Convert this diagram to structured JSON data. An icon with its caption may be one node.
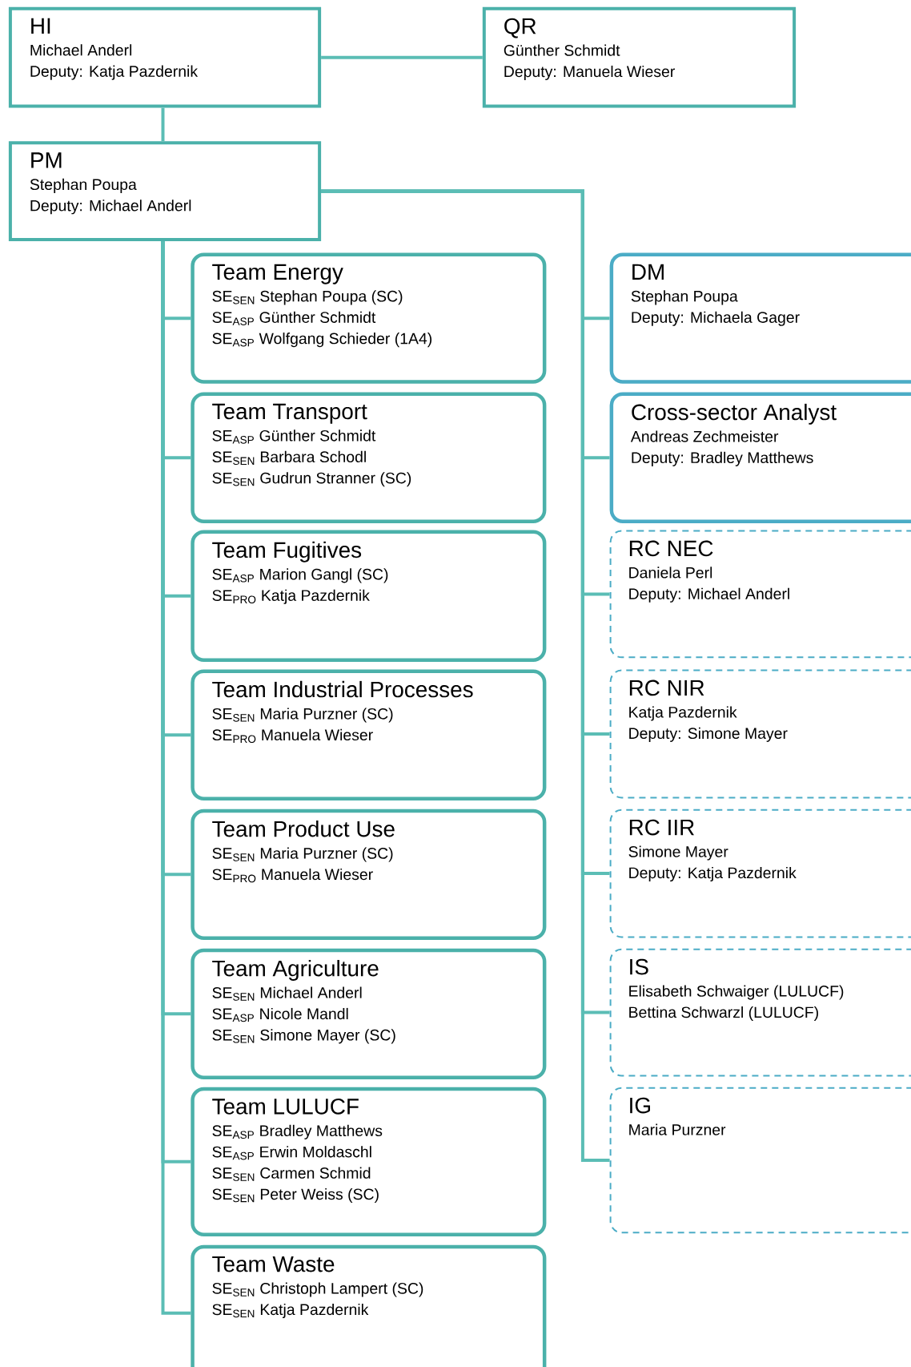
{
  "diagram": {
    "nodes": [
      {
        "text": [
          "HI",
          "Michael Anderl",
          "Deputy: Katja Pazdernik"
        ]
      },
      {
        "text": [
          "QR",
          "Günther Schmidt",
          "Deputy: Manuela Wieser"
        ]
      },
      {
        "text": [
          "PM",
          "Stephan Poupa",
          "Deputy: Michael Anderl"
        ]
      },
      {
        "text": [
          "Team Energy",
          "SE$_{SEN}$ Stephan Poupa (SC)",
          "SE$_{ASP}$ Günther Schmidt",
          "SE$_{ASP}$ Wolfgang Schieder (1A4)"
        ]
      },
      {
        "text": [
          "Team Transport",
          "SE$_{ASP}$ Günther Schmidt",
          "SE$_{SEN}$ Barbara Schodl",
          "SE$_{SEN}$ Gudrun Stranner (SC)"
        ]
      },
      {
        "text": [
          "Team Fugitives",
          "SE$_{ASP}$ Marion Gangl (SC)",
          "SE$_{PRO}$ Katja Pazdernik"
        ]
      },
      {
        "text": [
          "Team Industrial Processes",
          "SE$_{SEN}$ Maria Purzner (SC)",
          "SE$_{PRO}$ Manuela Wieser"
        ]
      },
      {
        "text": [
          "Team Product Use",
          "SE$_{SEN}$ Maria Purzner (SC)",
          "SE$_{PRO}$ Manuela Wieser"
        ]
      },
      {
        "text": [
          "Team Agriculture",
          "SE$_{SEN}$ Michael Anderl",
          "SE$_{ASP}$ Nicole Mandl",
          "SE$_{SEN}$ Simone Mayer (SC)"
        ]
      },
      {
        "text": [
          "Team LULUCF",
          "SE$_{ASP}$ Bradley Matthews",
          "SE$_{ASP}$ Erwin Moldaschl",
          "SE$_{SEN}$ Carmen Schmid",
          "SE$_{SEN}$ Peter Weiss (SC)"
        ]
      },
      {
        "text": [
          "Team Waste",
          "SE$_{SEN}$ Christoph Lampert (SC)",
          "SE$_{SEN}$ Katja Pazdernik"
        ]
      },
      {
        "text": [
          "DM",
          "Stephan Poupa",
          "Deputy: Michaela Gager"
        ]
      },
      {
        "text": [
          "Cross-sector Analyst",
          "Andreas Zechmeister",
          "Deputy: Bradley Matthews"
        ]
      },
      {
        "text": [
          "RC NEC",
          "Daniela Perl",
          "Deputy: Michael Anderl"
        ]
      },
      {
        "text": [
          "RC NIR",
          "Katja Pazdernik",
          "Deputy: Simone Mayer"
        ]
      },
      {
        "text": [
          "RC IIR",
          "Simone Mayer",
          "Deputy: Katja Pazdernik"
        ]
      },
      {
        "text": [
          "IS",
          "Elisabeth Schwaiger (LULUCF)",
          "Bettina Schwarzl (LULUCF)"
        ]
      },
      {
        "text": [
          "IG",
          "Maria Purzner"
        ]
      }
    ],
    "edges": [
      {
        "from": 0,
        "to": 1,
        "arrow": "none"
      },
      {
        "from": 0,
        "to": 2,
        "arrow": "none"
      },
      {
        "from": 2,
        "to": 3,
        "arrow": "none"
      },
      {
        "from": 2,
        "to": 4,
        "arrow": "none"
      },
      {
        "from": 2,
        "to": 5,
        "arrow": "none"
      },
      {
        "from": 2,
        "to": 6,
        "arrow": "none"
      },
      {
        "from": 2,
        "to": 7,
        "arrow": "none"
      },
      {
        "from": 2,
        "to": 8,
        "arrow": "none"
      },
      {
        "from": 2,
        "to": 9,
        "arrow": "none"
      },
      {
        "from": 2,
        "to": 10,
        "arrow": "none"
      },
      {
        "from": 2,
        "to": 11,
        "arrow": "none"
      },
      {
        "from": 2,
        "to": 12,
        "arrow": "none"
      },
      {
        "from": 2,
        "to": 13,
        "arrow": "none"
      },
      {
        "from": 2,
        "to": 14,
        "arrow": "none"
      },
      {
        "from": 2,
        "to": 15,
        "arrow": "none"
      },
      {
        "from": 2,
        "to": 16,
        "arrow": "none"
      },
      {
        "from": 2,
        "to": 17,
        "arrow": "none"
      }
    ]
  }
}
